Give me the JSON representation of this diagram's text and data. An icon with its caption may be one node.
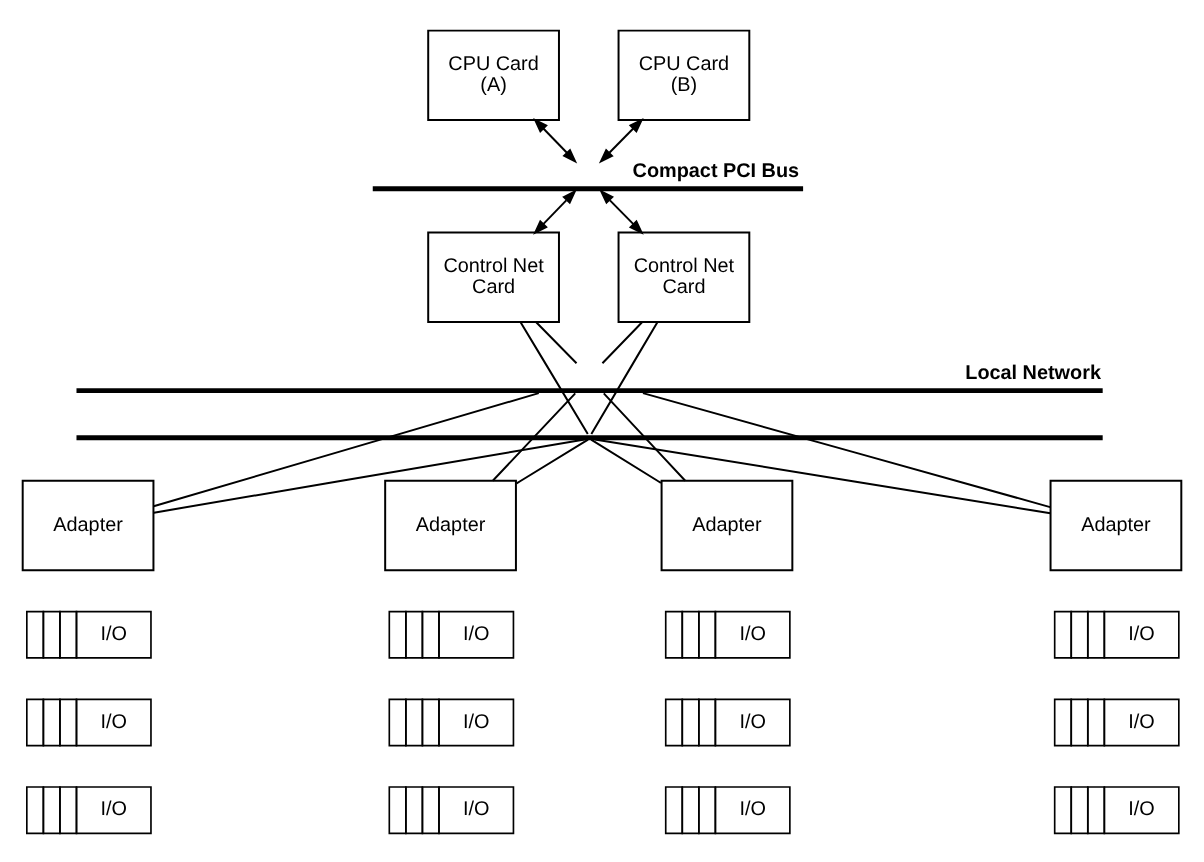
{
  "diagram": {
    "nodes": [
      {
        "text": [
          "CPU Card (A)"
        ]
      },
      {
        "text": [
          "CPU Card (B)"
        ]
      },
      {
        "text": [
          "Compact PCI Bus"
        ]
      },
      {
        "text": [
          "Control Net Card"
        ]
      },
      {
        "text": [
          "Control Net Card"
        ]
      },
      {
        "text": [
          "Local Network"
        ]
      },
      {
        "text": [],
        "shape": "bar"
      },
      {
        "text": [
          "Adapter"
        ]
      },
      {
        "text": [
          "I/O"
        ]
      },
      {
        "text": [
          "I/O"
        ]
      },
      {
        "text": [
          "I/O"
        ]
      },
      {
        "text": [
          "Adapter"
        ]
      },
      {
        "text": [
          "I/O"
        ]
      },
      {
        "text": [
          "I/O"
        ]
      },
      {
        "text": [
          "I/O"
        ]
      },
      {
        "text": [
          "Adapter"
        ]
      },
      {
        "text": [
          "I/O"
        ]
      },
      {
        "text": [
          "I/O"
        ]
      },
      {
        "text": [
          "I/O"
        ]
      },
      {
        "text": [
          "Adapter"
        ]
      },
      {
        "text": [
          "I/O"
        ]
      },
      {
        "text": [
          "I/O"
        ]
      },
      {
        "text": [
          "I/O"
        ]
      }
    ],
    "edges": [
      {
        "from": 0,
        "to": 2,
        "arrow": "both"
      },
      {
        "from": 2,
        "to": 3,
        "arrow": "both"
      },
      {
        "from": 1,
        "to": 2,
        "arrow": "both"
      },
      {
        "from": 2,
        "to": 4,
        "arrow": "both"
      },
      {
        "from": 3,
        "to": 5,
        "arrow": "none"
      },
      {
        "from": 3,
        "to": 6,
        "arrow": "none"
      },
      {
        "from": 4,
        "to": 5,
        "arrow": "none"
      },
      {
        "from": 4,
        "to": 6,
        "arrow": "none"
      },
      {
        "from": 5,
        "to": 7,
        "arrow": "none"
      },
      {
        "from": 6,
        "to": 7,
        "arrow": "none"
      },
      {
        "from": 5,
        "to": 11,
        "arrow": "none"
      },
      {
        "from": 6,
        "to": 11,
        "arrow": "none"
      },
      {
        "from": 5,
        "to": 15,
        "arrow": "none"
      },
      {
        "from": 6,
        "to": 15,
        "arrow": "none"
      },
      {
        "from": 5,
        "to": 19,
        "arrow": "none"
      },
      {
        "from": 6,
        "to": 19,
        "arrow": "none"
      }
    ]
  }
}
